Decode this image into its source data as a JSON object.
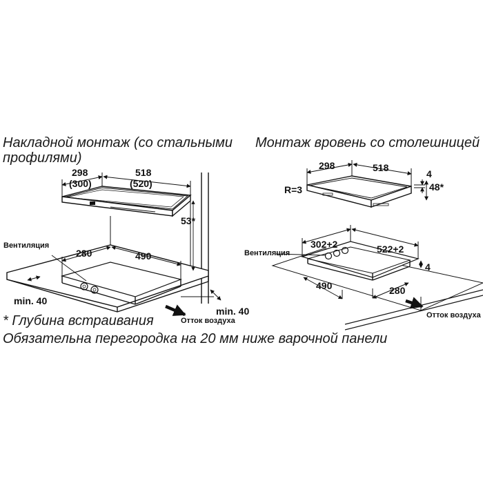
{
  "left_panel": {
    "title_line1": "Накладной монтаж (со стальными",
    "title_line2": "профилями)",
    "dim_top_left": "298",
    "dim_top_left_alt": "(300)",
    "dim_top_right": "518",
    "dim_top_right_alt": "(520)",
    "dim_depth": "53*",
    "dim_cut_left": "280",
    "dim_cut_right": "490",
    "label_vent": "Вентиляция",
    "dim_min_left": "min. 40",
    "dim_min_right": "min. 40",
    "label_airflow": "Отток воздуха"
  },
  "right_panel": {
    "title": "Монтаж вровень со столешницей",
    "dim_top_left": "298",
    "dim_top_right": "518",
    "dim_thickness": "4",
    "dim_depth": "48*",
    "dim_radius": "R=3",
    "label_vent": "Вентиляция",
    "dim_cut_left": "302+2",
    "dim_cut_right": "522+2",
    "dim_step": "4",
    "dim_inner_left": "490",
    "dim_inner_right": "280",
    "label_airflow": "Отток воздуха"
  },
  "notes": {
    "depth_note": "* Глубина встраивания",
    "partition_note": "Обязательна перегородка на 20 мм ниже варочной панели"
  }
}
